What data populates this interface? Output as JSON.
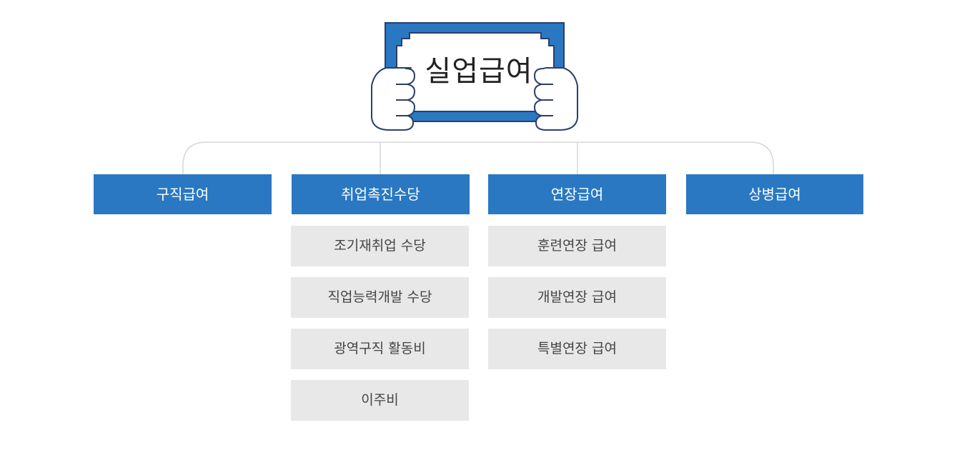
{
  "title": "실업급여",
  "colors": {
    "primary": "#2a78c2",
    "connector": "#d6d6d6",
    "sub_background": "#e8e8e8",
    "outline": "#2c3e6b"
  },
  "icons": [
    "certificate-held-by-hands-icon"
  ],
  "categories": [
    {
      "label": "구직급여",
      "children": []
    },
    {
      "label": "취업촉진수당",
      "children": [
        "조기재취업 수당",
        "직업능력개발 수당",
        "광역구직 활동비",
        "이주비"
      ]
    },
    {
      "label": "연장급여",
      "children": [
        "훈련연장 급여",
        "개발연장 급여",
        "특별연장 급여"
      ]
    },
    {
      "label": "상병급여",
      "children": []
    }
  ]
}
